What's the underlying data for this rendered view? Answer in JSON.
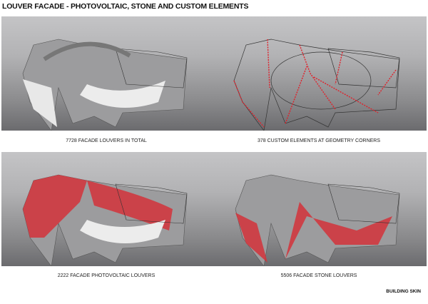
{
  "title": "LOUVER FACADE - PHOTOVOLTAIC, STONE AND CUSTOM ELEMENTS",
  "panels": [
    {
      "caption": "7728 FACADE LOUVERS IN TOTAL"
    },
    {
      "caption": "378 CUSTOM ELEMENTS AT GEOMETRY CORNERS"
    },
    {
      "caption": "2222 FACADE PHOTOVOLTAIC LOUVERS"
    },
    {
      "caption": "5506 FACADE STONE LOUVERS"
    }
  ],
  "footer": "BUILDING SKIN",
  "colors": {
    "highlight": "#e0202a",
    "louver": "#9a9a9c",
    "wire": "#333333"
  }
}
